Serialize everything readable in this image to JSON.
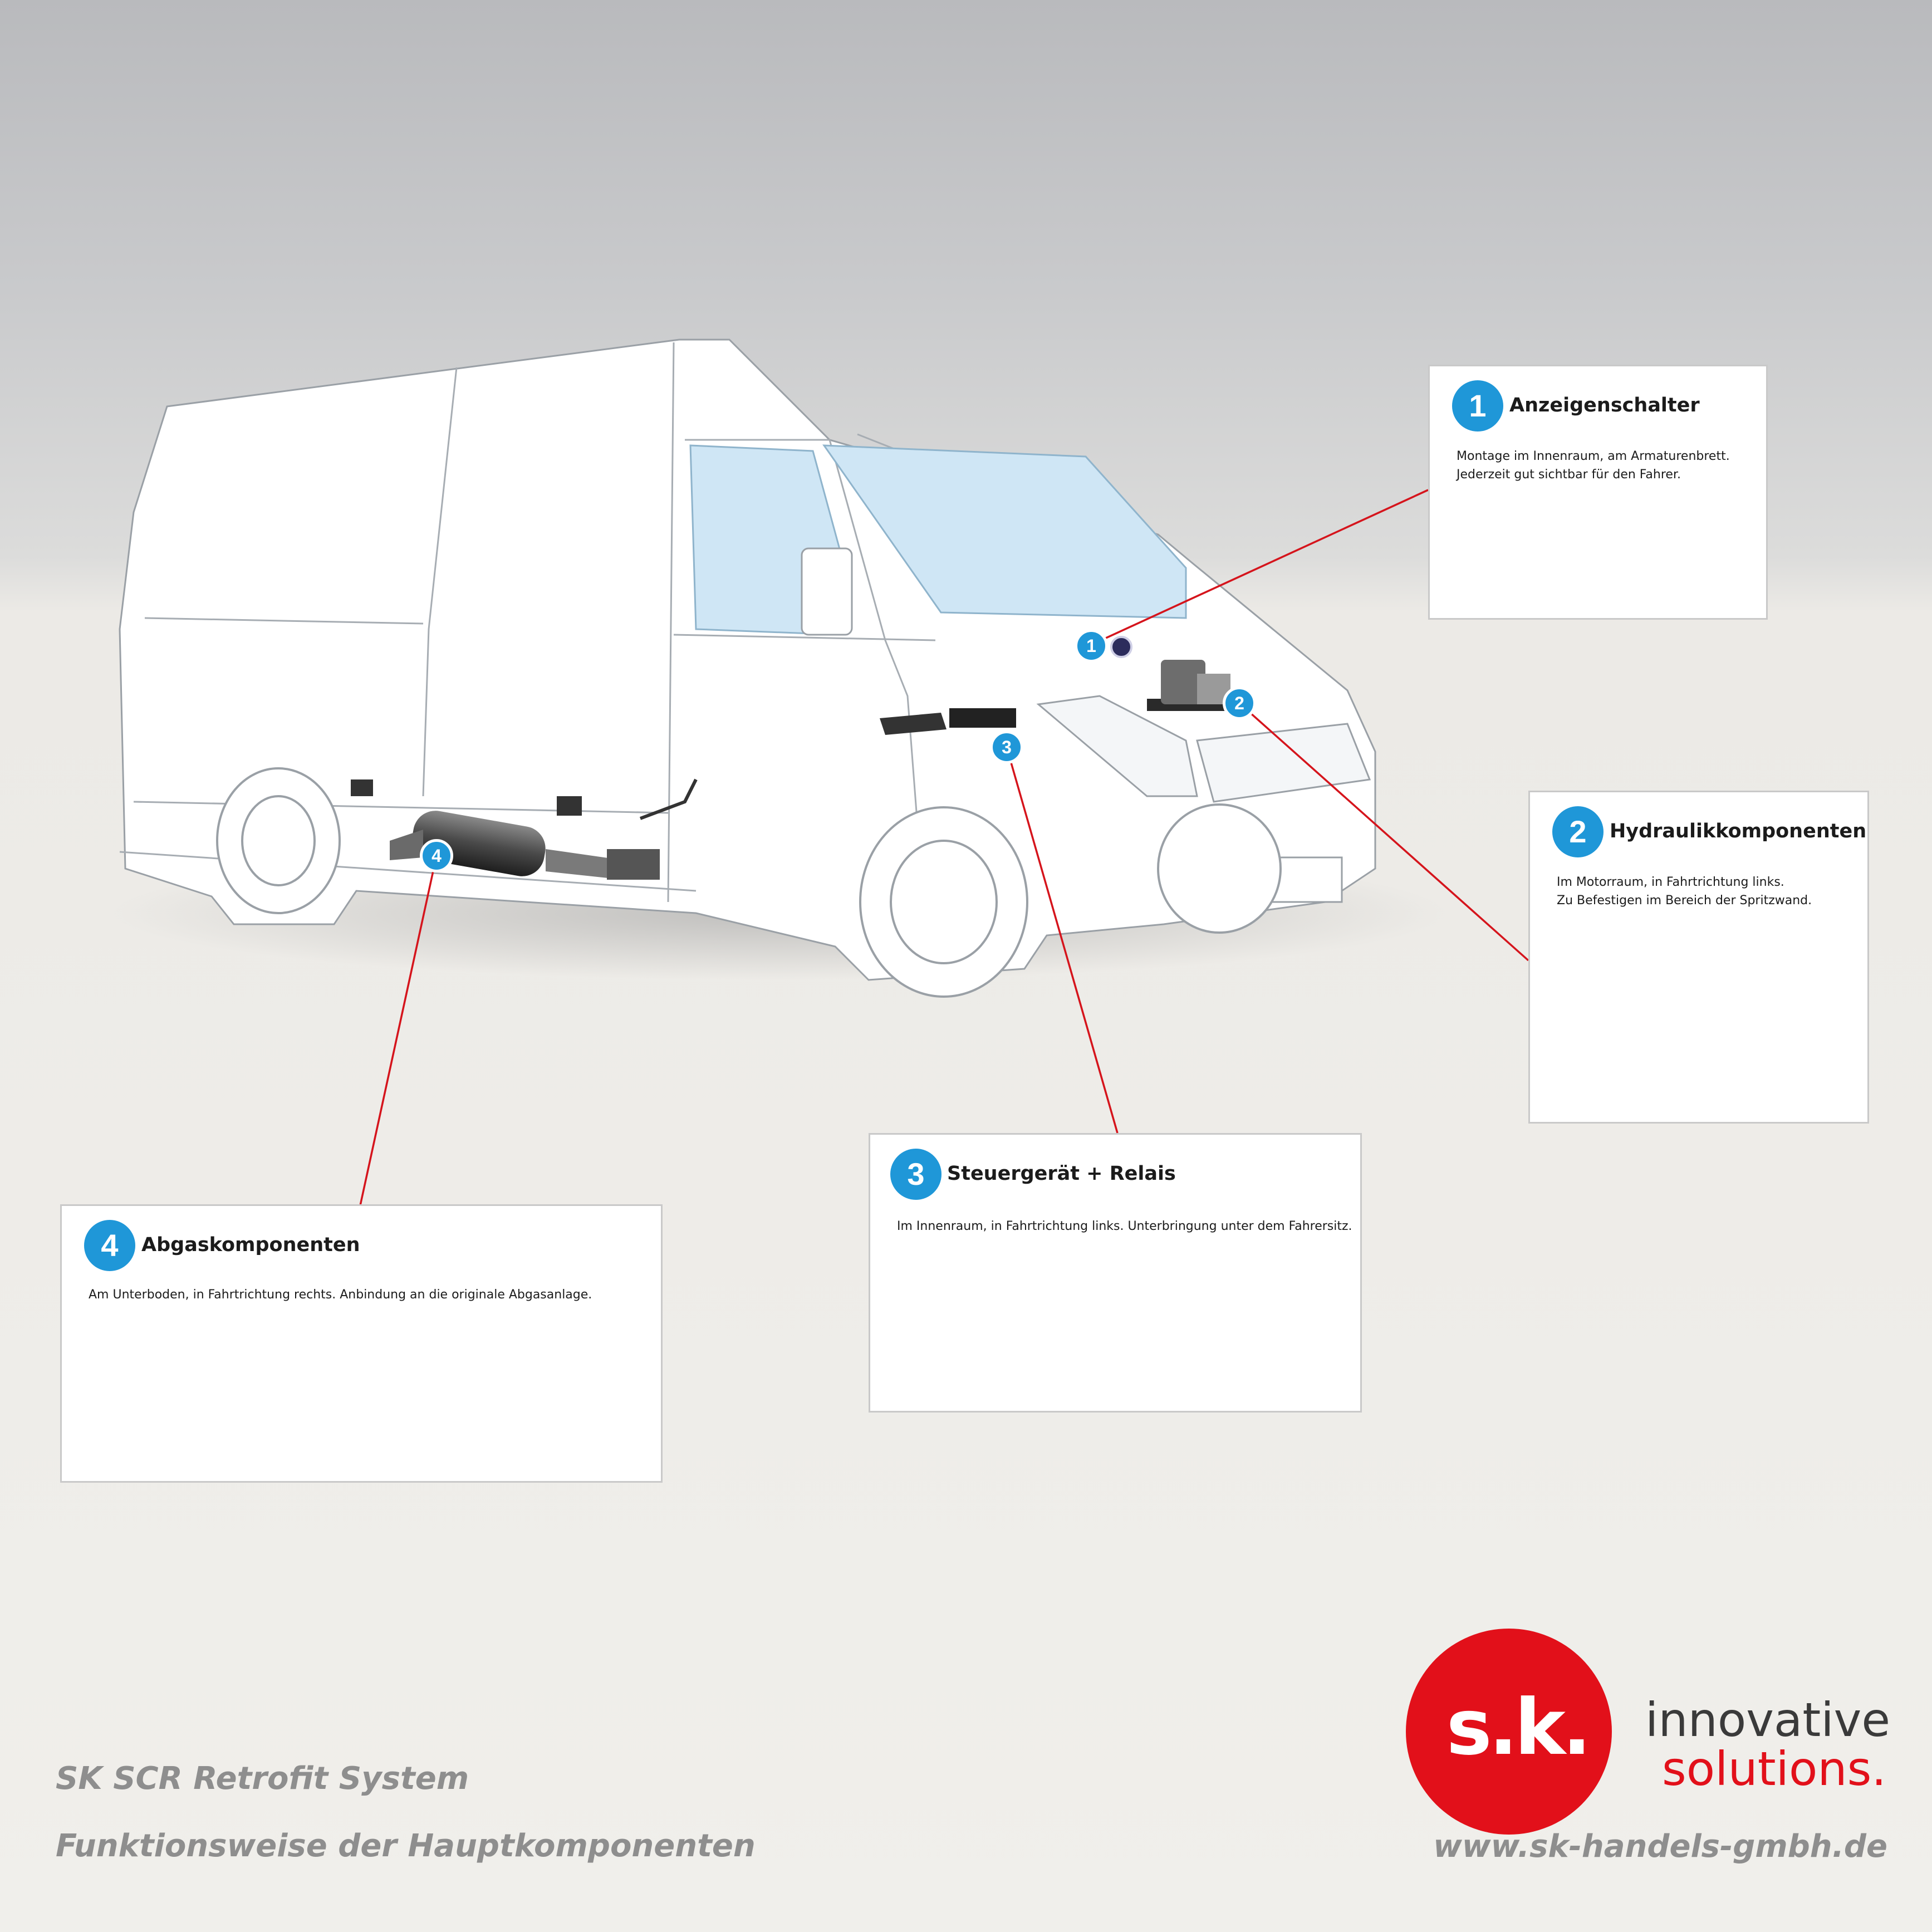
{
  "callouts": [
    {
      "number": "1",
      "title": "Anzeigenschalter",
      "description": [
        "Montage im Innenraum, am Armaturenbrett.",
        "Jederzeit gut sichtbar für den Fahrer."
      ],
      "image": "display-switch"
    },
    {
      "number": "2",
      "title": "Hydraulikkomponenten",
      "description": [
        "Im Motorraum, in Fahrtrichtung links.",
        "Zu Befestigen im Bereich der Spritzwand."
      ],
      "image": "hydraulic-unit"
    },
    {
      "number": "3",
      "title": "Steuergerät + Relais",
      "description": [
        "Im Innenraum, in Fahrtrichtung links. Unterbringung unter dem Fahrersitz."
      ],
      "image": "control-unit-and-relays"
    },
    {
      "number": "4",
      "title": "Abgaskomponenten",
      "description": [
        "Am Unterboden, in Fahrtrichtung rechts. Anbindung an die originale Abgasanlage."
      ],
      "image": "exhaust-components"
    }
  ],
  "van_markers": [
    "1",
    "2",
    "3",
    "4"
  ],
  "footer": {
    "line1": "SK SCR Retrofit System",
    "line2": "Funktionsweise der Hauptkomponenten",
    "url": "www.sk-handels-gmbh.de"
  },
  "logo": {
    "mark": "s.k.",
    "word_top": "innovative",
    "word_bottom": "solutions."
  },
  "colors": {
    "accent_blue": "#1f97d8",
    "leader_red": "#d5141c",
    "brand_red": "#e2101a",
    "footer_gray": "#8e8e8e"
  }
}
